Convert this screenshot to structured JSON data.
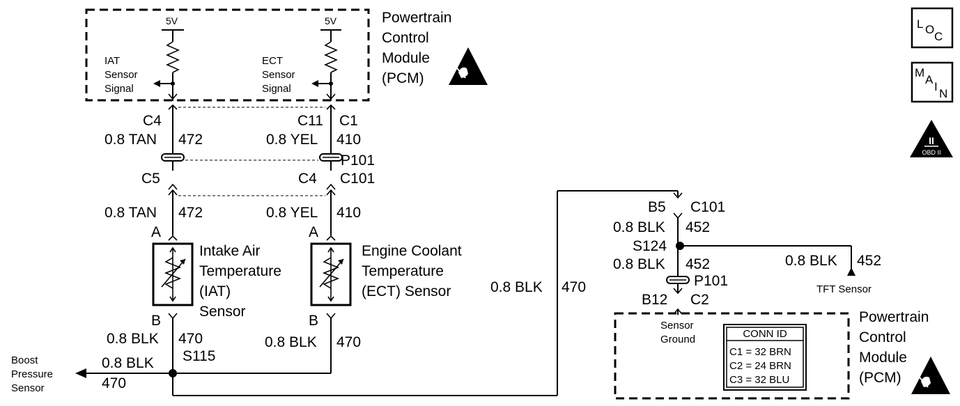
{
  "pcm_top": {
    "title_lines": [
      "Powertrain",
      "Control",
      "Module",
      "(PCM)"
    ],
    "iat_signal_lines": [
      "IAT",
      "Sensor",
      "Signal"
    ],
    "ect_signal_lines": [
      "ECT",
      "Sensor",
      "Signal"
    ],
    "supply_left": "5V",
    "supply_right": "5V"
  },
  "connectors": {
    "left_pcm_pin": "C4",
    "right_pcm_pin_a": "C11",
    "right_pcm_pin_b": "C1",
    "left_inline_pin": "C5",
    "right_inline_pin": "C4",
    "inline_connector": "P101",
    "inline_connector_id": "C101",
    "sensor_pin_a_left": "A",
    "sensor_pin_a_right": "A",
    "sensor_pin_b_left": "B",
    "sensor_pin_b_right": "B"
  },
  "wires": {
    "iat_upper_color": "0.8 TAN",
    "iat_upper_num": "472",
    "ect_upper_color": "0.8 YEL",
    "ect_upper_num": "410",
    "iat_lower_color": "0.8 TAN",
    "iat_lower_num": "472",
    "ect_lower_color": "0.8 YEL",
    "ect_lower_num": "410",
    "iat_ground_color": "0.8 BLK",
    "iat_ground_num": "470",
    "ect_ground_color": "0.8 BLK",
    "ect_ground_num": "470",
    "boost_color": "0.8 BLK",
    "boost_num": "470",
    "splice_s115": "S115",
    "long_run_color": "0.8 BLK",
    "long_run_num": "470"
  },
  "sensors": {
    "iat_lines": [
      "Intake Air",
      "Temperature",
      "(IAT)",
      "Sensor"
    ],
    "ect_lines": [
      "Engine Coolant",
      "Temperature",
      "(ECT) Sensor"
    ],
    "boost_lines": [
      "Boost",
      "Pressure",
      "Sensor"
    ]
  },
  "right_side": {
    "c101_pin": "B5",
    "c101_label": "C101",
    "upper_color": "0.8 BLK",
    "upper_num": "452",
    "splice": "S124",
    "lower_color": "0.8 BLK",
    "lower_num": "452",
    "tft_color": "0.8 BLK",
    "tft_num": "452",
    "tft_label": "TFT Sensor",
    "p101_label": "P101",
    "pcm_pin_b": "B12",
    "pcm_pin_c": "C2",
    "sensor_ground_lines": [
      "Sensor",
      "Ground"
    ],
    "conn_id_title": "CONN ID",
    "conn_id_rows": [
      "C1 = 32 BRN",
      "C2 = 24 BRN",
      "C3 = 32 BLU"
    ],
    "pcm_title_lines": [
      "Powertrain",
      "Control",
      "Module",
      "(PCM)"
    ]
  },
  "icons": {
    "loc_letters": [
      "L",
      "O",
      "C"
    ],
    "main_letters": [
      "M",
      "A",
      "I",
      "N"
    ],
    "obd_roman": "II",
    "obd_label": "OBD II"
  }
}
